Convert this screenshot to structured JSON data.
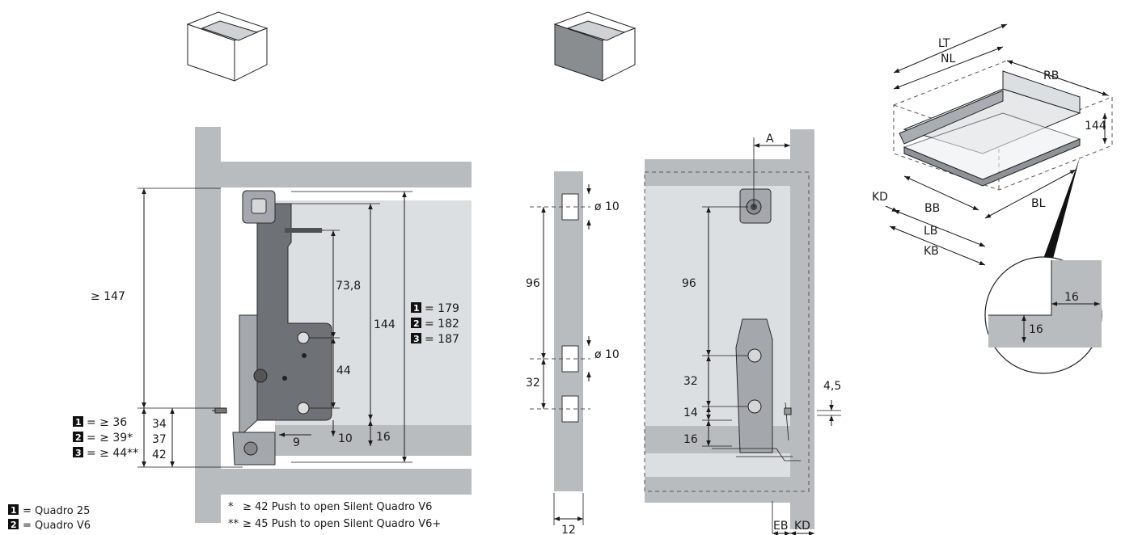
{
  "left_view": {
    "dims": {
      "min_147": "≥ 147",
      "d_73_8": "73,8",
      "d_144": "144",
      "d_44": "44",
      "d_9": "9",
      "d_10": "10",
      "d_16": "16",
      "d_34": "34",
      "d_37": "37",
      "d_42": "42"
    },
    "heights": [
      {
        "n": "1",
        "text": "= 179"
      },
      {
        "n": "2",
        "text": "= 182"
      },
      {
        "n": "3",
        "text": "= 187"
      }
    ],
    "min_bottom": [
      {
        "n": "1",
        "text": "= ≥ 36"
      },
      {
        "n": "2",
        "text": "= ≥ 39*"
      },
      {
        "n": "3",
        "text": "= ≥ 44**"
      }
    ]
  },
  "middle_view": {
    "dims": {
      "phi_top": "ø 10",
      "phi_mid": "ø 10",
      "d_96": "96",
      "d_32": "32",
      "d_12": "12"
    }
  },
  "right_view": {
    "dims": {
      "A": "A",
      "d_96": "96",
      "d_32": "32",
      "d_14": "14",
      "d_16": "16",
      "d_4_5": "4,5",
      "EB": "EB",
      "KD": "KD"
    }
  },
  "iso_view": {
    "labels": {
      "LT": "LT",
      "NL": "NL",
      "RB": "RB",
      "d_144": "144",
      "KD": "KD",
      "BB": "BB",
      "BL": "BL",
      "LB": "LB",
      "KB": "KB",
      "d_16a": "16",
      "d_16b": "16"
    }
  },
  "legend": [
    {
      "n": "1",
      "text": "= Quadro 25"
    },
    {
      "n": "2",
      "text": "= Quadro V6"
    }
  ],
  "footnotes": [
    {
      "mark": "*",
      "text": "≥ 42 Push to open Silent Quadro V6"
    },
    {
      "mark": "**",
      "text": "≥ 45 Push to open Silent Quadro V6+"
    }
  ]
}
